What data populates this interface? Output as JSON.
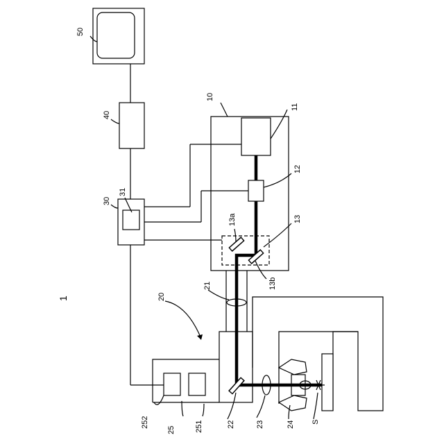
{
  "labels": {
    "system": "1",
    "monitor": "50",
    "controller": "40",
    "unit30": "30",
    "unit31": "31",
    "scanner": "10",
    "source": "11",
    "elem12": "12",
    "splitter": "13",
    "mirror13a": "13a",
    "mirror13b": "13b",
    "microscope": "20",
    "lens21": "21",
    "mirror22": "22",
    "lens23": "23",
    "objective": "24",
    "detector": "25",
    "det251": "251",
    "det252": "252",
    "sample": "S"
  }
}
